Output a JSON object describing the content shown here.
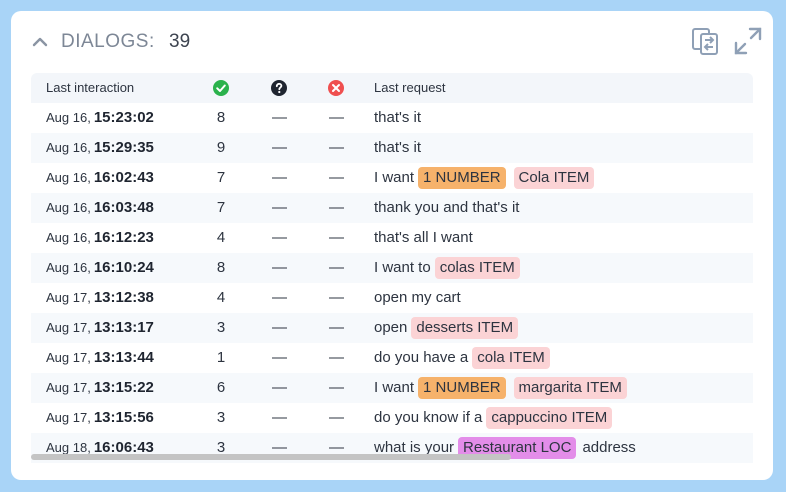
{
  "header": {
    "label": "DIALOGS:",
    "count": "39"
  },
  "table": {
    "columns": {
      "last_interaction": "Last interaction",
      "last_request": "Last request"
    },
    "rows": [
      {
        "date": "Aug 16,",
        "time": "15:23:02",
        "ok": "8",
        "q": "—",
        "x": "—",
        "request": [
          {
            "text": "that's it"
          }
        ]
      },
      {
        "date": "Aug 16,",
        "time": "15:29:35",
        "ok": "9",
        "q": "—",
        "x": "—",
        "request": [
          {
            "text": "that's it"
          }
        ]
      },
      {
        "date": "Aug 16,",
        "time": "16:02:43",
        "ok": "7",
        "q": "—",
        "x": "—",
        "request": [
          {
            "text": "I want"
          },
          {
            "tag": "number",
            "text": "1 NUMBER"
          },
          {
            "tag": "item",
            "text": "Cola ITEM"
          }
        ]
      },
      {
        "date": "Aug 16,",
        "time": "16:03:48",
        "ok": "7",
        "q": "—",
        "x": "—",
        "request": [
          {
            "text": "thank you and that's it"
          }
        ]
      },
      {
        "date": "Aug 16,",
        "time": "16:12:23",
        "ok": "4",
        "q": "—",
        "x": "—",
        "request": [
          {
            "text": "that's all I want"
          }
        ]
      },
      {
        "date": "Aug 16,",
        "time": "16:10:24",
        "ok": "8",
        "q": "—",
        "x": "—",
        "request": [
          {
            "text": "I want to"
          },
          {
            "tag": "item",
            "text": "colas ITEM"
          }
        ]
      },
      {
        "date": "Aug 17,",
        "time": "13:12:38",
        "ok": "4",
        "q": "—",
        "x": "—",
        "request": [
          {
            "text": "open my cart"
          }
        ]
      },
      {
        "date": "Aug 17,",
        "time": "13:13:17",
        "ok": "3",
        "q": "—",
        "x": "—",
        "request": [
          {
            "text": "open"
          },
          {
            "tag": "item",
            "text": "desserts ITEM"
          }
        ]
      },
      {
        "date": "Aug 17,",
        "time": "13:13:44",
        "ok": "1",
        "q": "—",
        "x": "—",
        "request": [
          {
            "text": "do you have a"
          },
          {
            "tag": "item",
            "text": "cola ITEM"
          }
        ]
      },
      {
        "date": "Aug 17,",
        "time": "13:15:22",
        "ok": "6",
        "q": "—",
        "x": "—",
        "request": [
          {
            "text": "I want"
          },
          {
            "tag": "number",
            "text": "1 NUMBER"
          },
          {
            "tag": "item",
            "text": "margarita ITEM"
          }
        ]
      },
      {
        "date": "Aug 17,",
        "time": "13:15:56",
        "ok": "3",
        "q": "—",
        "x": "—",
        "request": [
          {
            "text": "do you know if a"
          },
          {
            "tag": "item",
            "text": "cappuccino ITEM"
          }
        ]
      },
      {
        "date": "Aug 18,",
        "time": "16:06:43",
        "ok": "3",
        "q": "—",
        "x": "—",
        "request": [
          {
            "text": "what is your"
          },
          {
            "tag": "loc",
            "text": "Restaurant LOC"
          },
          {
            "text": "address"
          }
        ]
      }
    ]
  },
  "icons": {
    "collapse": "chevron-up-icon",
    "copy": "copy-dialogs-icon",
    "expand": "expand-icon",
    "success": "check-circle-icon",
    "unknown": "question-circle-icon",
    "error": "x-circle-icon"
  },
  "colors": {
    "background": "#a9d4f7",
    "success": "#2bb24c",
    "error": "#ef4f4f",
    "tag_number": "#f6b26b",
    "tag_item": "#fbd3d5",
    "tag_loc": "#e38de9"
  }
}
